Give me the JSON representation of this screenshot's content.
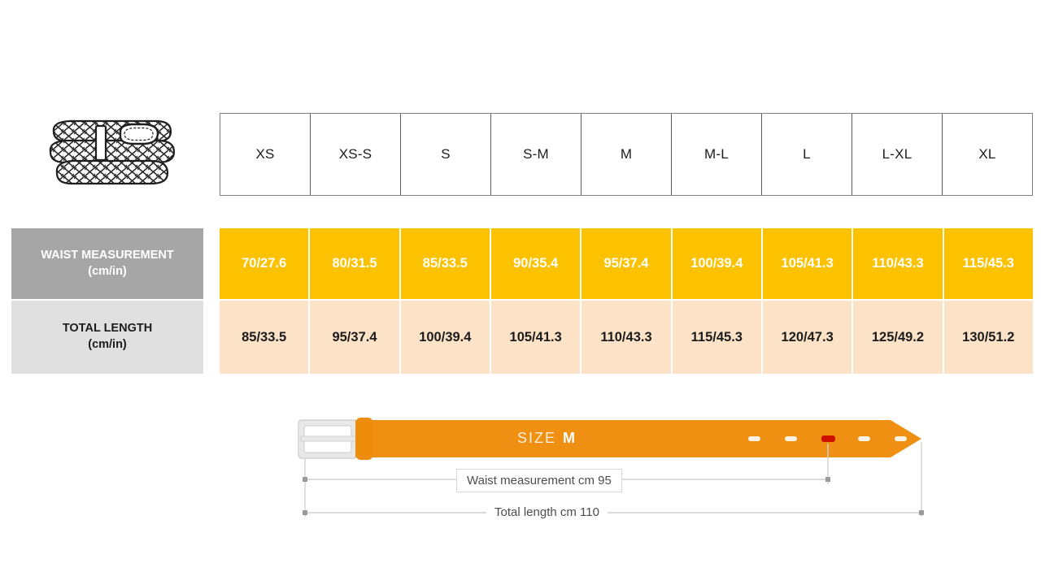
{
  "product": {
    "icon_name": "braided-belt-illustration"
  },
  "table": {
    "size_headers": [
      "XS",
      "XS-S",
      "S",
      "S-M",
      "M",
      "M-L",
      "L",
      "L-XL",
      "XL"
    ],
    "rows": [
      {
        "label_line1": "WAIST MEASUREMENT",
        "label_line2": "(cm/in)",
        "values": [
          "70/27.6",
          "80/31.5",
          "85/33.5",
          "90/35.4",
          "95/37.4",
          "100/39.4",
          "105/41.3",
          "110/43.3",
          "115/45.3"
        ]
      },
      {
        "label_line1": "TOTAL LENGTH",
        "label_line2": "(cm/in)",
        "values": [
          "85/33.5",
          "95/37.4",
          "100/39.4",
          "105/41.3",
          "110/43.3",
          "115/45.3",
          "120/47.3",
          "125/49.2",
          "130/51.2"
        ]
      }
    ]
  },
  "diagram": {
    "size_caption": "SIZE",
    "size_value": "M",
    "waist_dimension_label": "Waist measurement cm 95",
    "total_dimension_label": "Total length cm 110",
    "holes_total": 5,
    "highlighted_hole_index": 3
  },
  "colors": {
    "accent_orange": "#fcc200",
    "belt_orange": "#ef9012",
    "peach_row": "#fce3c8",
    "gray_label": "#a6a6a6",
    "light_gray_label": "#e0e0e0",
    "highlight_red": "#cc1100",
    "buckle_silver": "#e2e2e2",
    "background": "#ffffff"
  }
}
